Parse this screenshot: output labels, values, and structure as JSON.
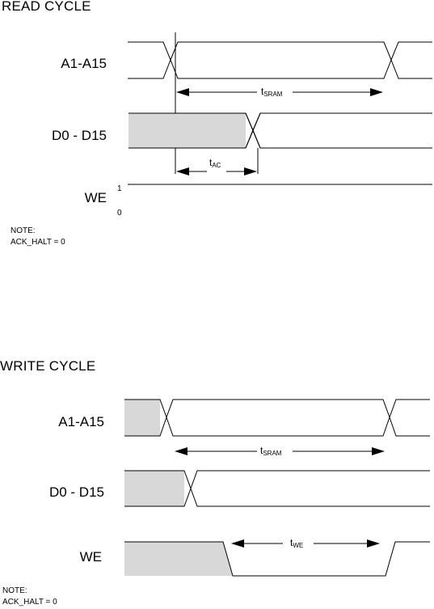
{
  "read": {
    "title": "READ CYCLE",
    "signals": {
      "addr": "A1-A15",
      "data": "D0 - D15",
      "we": "WE"
    },
    "we_levels": {
      "high": "1",
      "low": "0"
    },
    "timing": {
      "t_sram": {
        "main": "t",
        "sub": "SRAM"
      },
      "t_ac": {
        "main": "t",
        "sub": "AC"
      }
    },
    "note": {
      "heading": "NOTE:",
      "text": "ACK_HALT = 0"
    }
  },
  "write": {
    "title": "WRITE CYCLE",
    "signals": {
      "addr": "A1-A15",
      "data": "D0 - D15",
      "we": "WE"
    },
    "timing": {
      "t_sram": {
        "main": "t",
        "sub": "SRAM"
      },
      "t_we": {
        "main": "t",
        "sub": "WE"
      }
    },
    "note": {
      "heading": "NOTE:",
      "text": "ACK_HALT = 0"
    }
  },
  "colors": {
    "shade": "#d8d8d8",
    "line": "#000000"
  }
}
